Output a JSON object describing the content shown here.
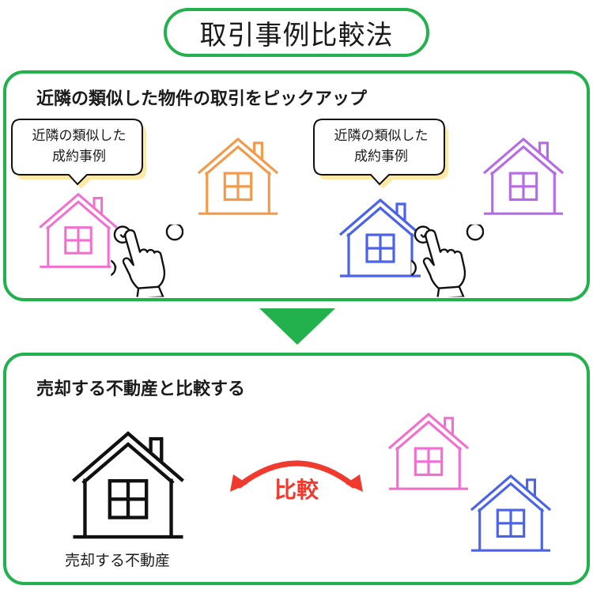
{
  "title": "取引事例比較法",
  "top_panel": {
    "heading": "近隣の類似した物件の取引をピックアップ",
    "bubble_left": {
      "line1": "近隣の類似した",
      "line2": "成約事例"
    },
    "bubble_right": {
      "line1": "近隣の類似した",
      "line2": "成約事例"
    }
  },
  "bottom_panel": {
    "heading": "売却する不動産と比較する",
    "compare_label": "比較",
    "sell_caption": "売却する不動産"
  },
  "colors": {
    "green": "#22b14c",
    "pink": "#f26fd0",
    "orange": "#f39a4a",
    "blue": "#4a63e8",
    "purple": "#b66be6",
    "red": "#f03a2e",
    "black": "#111111"
  },
  "icons": [
    "house-icon",
    "hand-pointer-icon",
    "arrow-down-icon",
    "double-arrow-icon"
  ]
}
